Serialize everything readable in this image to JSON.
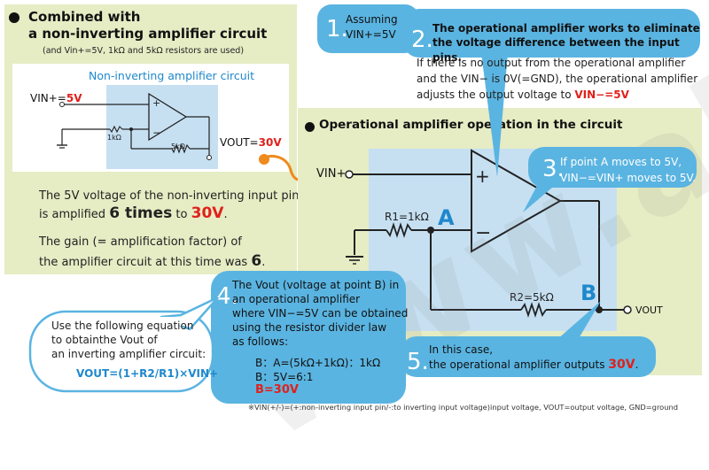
{
  "left_panel": {
    "title_line1": "Combined with",
    "title_line2": "a non-inverting amplifier circuit",
    "subtitle": "(and Vin+=5V, 1kΩ and 5kΩ resistors are used)",
    "mini_title": "Non-inverting amplifier circuit",
    "vin_label": "VIN+=",
    "vin_value": "5V",
    "vout_label": "VOUT=",
    "vout_value": "30V",
    "r1_label": "1kΩ",
    "r2_label": "5kΩ",
    "desc1_a": "The 5V voltage of the non-inverting input pin",
    "desc1_b": "is amplified ",
    "desc1_times": "6 times",
    "desc1_to": " to ",
    "desc1_30v": "30V",
    "desc1_end": ".",
    "desc2_a": "The gain (= amplification factor) of",
    "desc2_b": "the amplifier circuit at this time was ",
    "desc2_six": "6",
    "desc2_end": "."
  },
  "equation_bubble": {
    "line1": "Use the following equation",
    "line2": "to obtainthe Vout of",
    "line3": "an inverting amplifier circuit:",
    "formula": "VOUT=(1+R2/R1)×VIN+"
  },
  "right_panel": {
    "title": "Operational amplifier operation in the circuit",
    "vin_label": "VIN+",
    "r1_label": "R1=1kΩ",
    "r2_label": "R2=5kΩ",
    "point_a": "A",
    "point_b": "B",
    "vout_label": "VOUT",
    "plus": "+",
    "minus": "−"
  },
  "steps": {
    "s1_num": "1.",
    "s1_line1": "Assuming",
    "s1_line2": "VIN+=5V",
    "s2_num": "2.",
    "s2_head1": "The operational amplifier works to eliminate",
    "s2_head2": "the voltage difference between the input pins.",
    "s2_body1": "If there is no output from the operational amplifier",
    "s2_body2": "and the VIN− is 0V(=GND), the operational amplifier",
    "s2_body3": "adjusts the output voltage to ",
    "s2_body3_red": "VIN−=5V",
    "s3_num": "3.",
    "s3_line1": "If point A moves to 5V,",
    "s3_line2": "VIN−=VIN+ moves to 5V.",
    "s4_num": "4.",
    "s4_line1": "The Vout (voltage at point B) in",
    "s4_line2": "an operational amplifier",
    "s4_line3": "where VIN−=5V can be obtained",
    "s4_line4": "using the resistor divider law",
    "s4_line5": "as follows:",
    "s4_eq1": "B：A=(5kΩ+1kΩ)：1kΩ",
    "s4_eq2": "B：5V=6:1",
    "s4_eq3": "B=30V",
    "s5_num": "5.",
    "s5_line1": "In this case,",
    "s5_line2": "the operational amplifier outputs ",
    "s5_red": "30V",
    "s5_end": "."
  },
  "watermark": "www.ablic.com",
  "footnote": "※VIN(+/-)=(+:non-inverting input pin/-:to inverting input voltage)input voltage, VOUT=output voltage, GND=ground",
  "colors": {
    "panel_green": "#e6ecc4",
    "bubble_blue": "#5ab4e1",
    "accent_red": "#e0201b",
    "formula_blue": "#1f88cc",
    "arrow_orange": "#ef8a1c"
  }
}
